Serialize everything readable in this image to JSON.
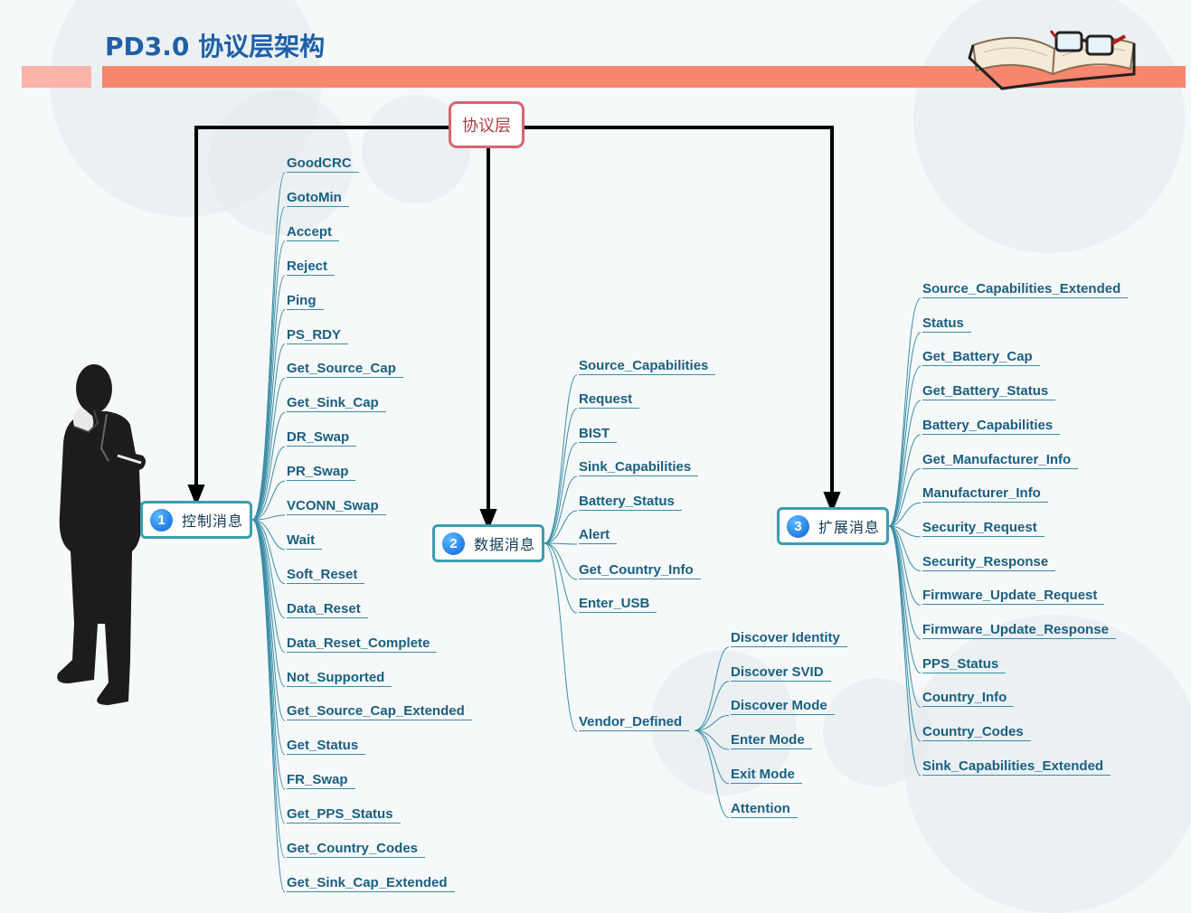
{
  "slide": {
    "title": "PD3.0 协议层架构"
  },
  "root": {
    "label": "协议层"
  },
  "categories": [
    {
      "number": "1",
      "label": "控制消息",
      "items": [
        "GoodCRC",
        "GotoMin",
        "Accept",
        "Reject",
        "Ping",
        "PS_RDY",
        "Get_Source_Cap",
        "Get_Sink_Cap",
        "DR_Swap",
        "PR_Swap",
        "VCONN_Swap",
        "Wait",
        "Soft_Reset",
        "Data_Reset",
        "Data_Reset_Complete",
        "Not_Supported",
        "Get_Source_Cap_Extended",
        "Get_Status",
        "FR_Swap",
        "Get_PPS_Status",
        "Get_Country_Codes",
        "Get_Sink_Cap_Extended"
      ]
    },
    {
      "number": "2",
      "label": "数据消息",
      "items": [
        "Source_Capabilities",
        "Request",
        "BIST",
        "Sink_Capabilities",
        "Battery_Status",
        "Alert",
        "Get_Country_Info",
        "Enter_USB",
        "Vendor_Defined"
      ],
      "vendor_defined_children": [
        "Discover Identity",
        "Discover SVID",
        "Discover Mode",
        "Enter Mode",
        "Exit Mode",
        "Attention"
      ]
    },
    {
      "number": "3",
      "label": "扩展消息",
      "items": [
        "Source_Capabilities_Extended",
        "Status",
        "Get_Battery_Cap",
        "Get_Battery_Status",
        "Battery_Capabilities",
        "Get_Manufacturer_Info",
        "Manufacturer_Info",
        "Security_Request",
        "Security_Response",
        "Firmware_Update_Request",
        "Firmware_Update_Response",
        "PPS_Status",
        "Country_Info",
        "Country_Codes",
        "Sink_Capabilities_Extended"
      ]
    }
  ],
  "colors": {
    "accent_bar": "#f6866e",
    "accent_bar_light": "#fbb3aa",
    "title": "#1f5fa6",
    "root_border": "#d9646e",
    "category_border": "#3a9fae",
    "leaf_text": "#1a5f7f",
    "branch_line": "#3a8da5"
  },
  "icons": [
    "businessman-thinking-silhouette",
    "open-book-with-glasses"
  ]
}
